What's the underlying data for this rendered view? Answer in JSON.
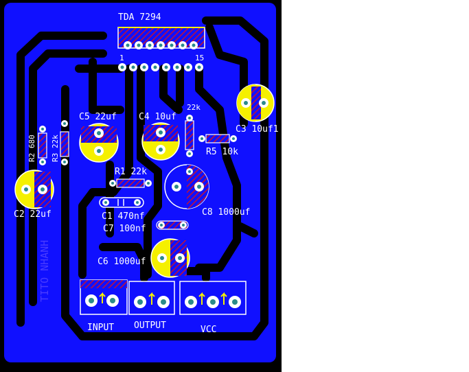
{
  "colors": {
    "board": "#000000",
    "copper": "#1010ff",
    "pad_ring": "#ffffff",
    "pad_center": "#2a8a8a",
    "hatch": "#c8102e",
    "silk": "#ffffff",
    "electrolytic_fill": "#f5f000",
    "watermark": "#4a3cff"
  },
  "labels": {
    "ic": "TDA 7294",
    "pin1": "1",
    "pin15": "15",
    "c5": "C5  22uf",
    "c4": "C4  10uf",
    "r4_top": "22k",
    "c3": "C3  10uf1",
    "r5": "R5  10k",
    "r2": "R2  680",
    "r3": "R3  22k",
    "r1": "R1  22k",
    "c2": "C2  22uf",
    "c8": "C8  1000uf",
    "c1": "C1  470nf",
    "c7": "C7  100nf",
    "c6": "C6  1000uf",
    "input": "INPUT",
    "output": "OUTPUT",
    "vcc": "VCC",
    "watermark": "TITO NHANH"
  },
  "icons": {
    "pad": "round-pad-icon",
    "terminal_arrow": "up-arrow-icon"
  }
}
